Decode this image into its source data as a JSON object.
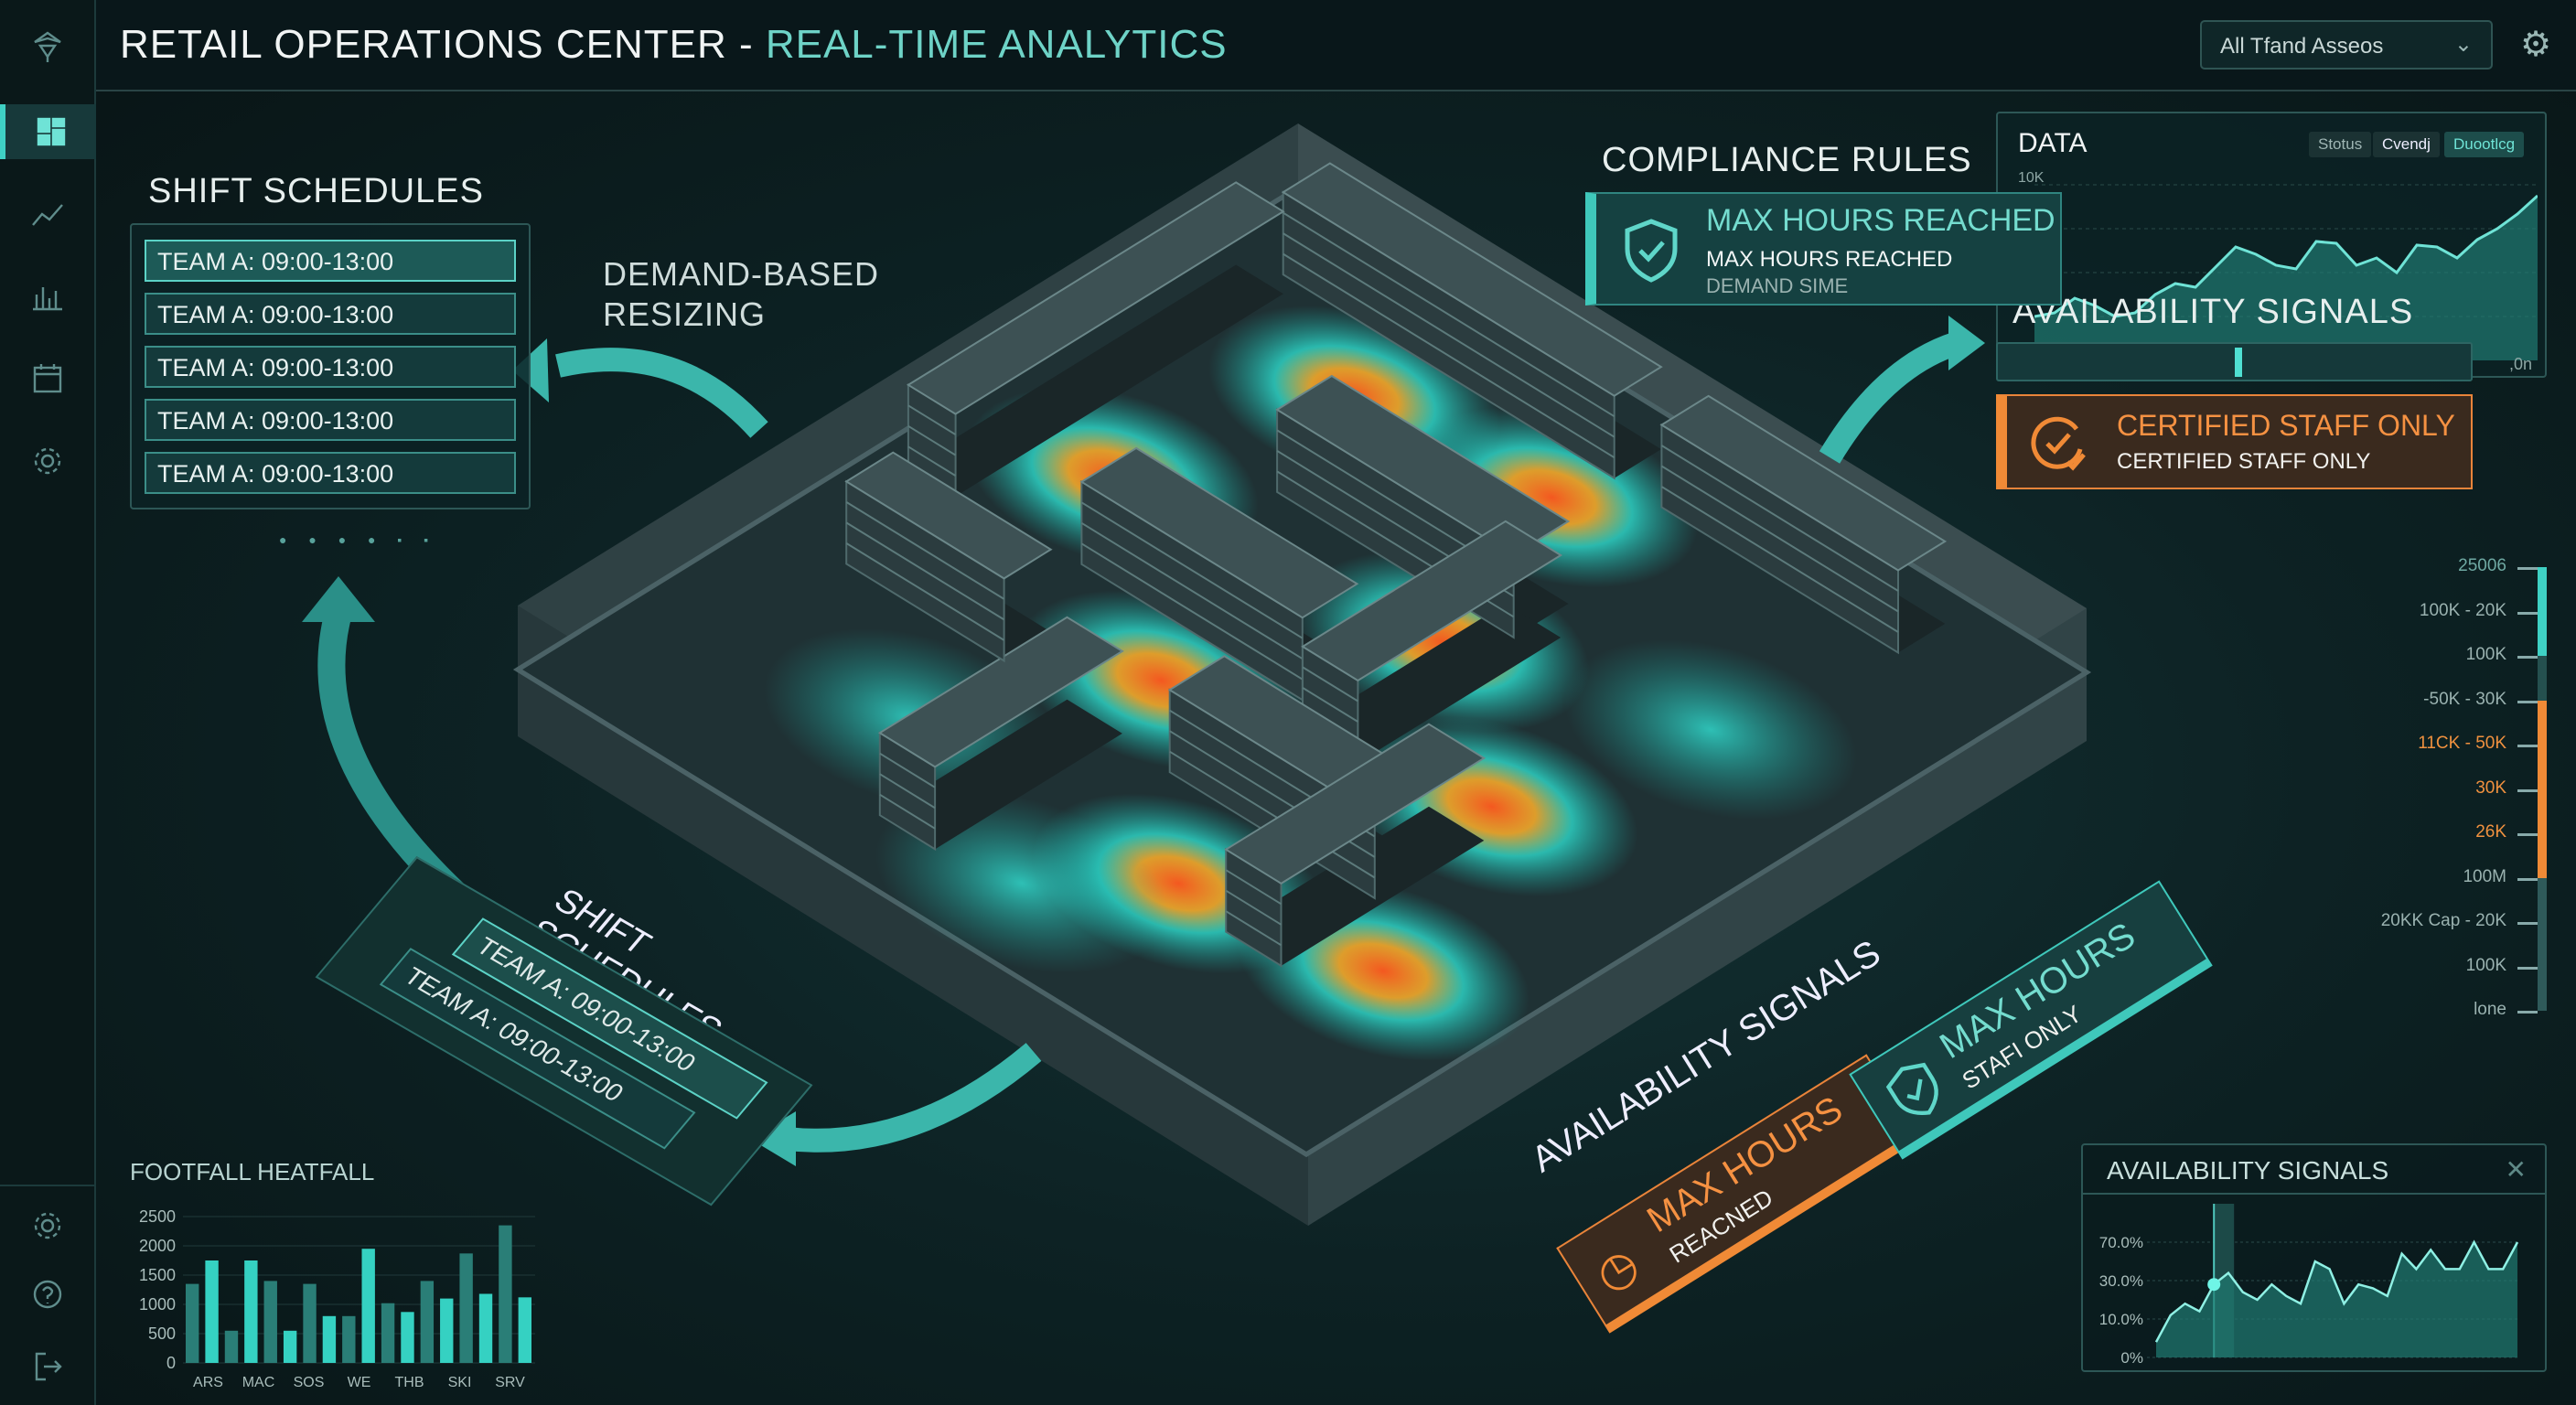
{
  "header": {
    "title_main": "RETAIL OPERATIONS CENTER - ",
    "title_accent": "REAL-TIME ANALYTICS",
    "filter_select": "All Tfand Asseos"
  },
  "sidebar": {
    "items": [
      "dashboard",
      "trends",
      "bar-chart",
      "calendar",
      "settings"
    ],
    "bottom": [
      "settings",
      "help",
      "logout"
    ]
  },
  "shift_schedules": {
    "title": "SHIFT SCHEDULES",
    "rows": [
      "TEAM A: 09:00-13:00",
      "TEAM A: 09:00-13:00",
      "TEAM A: 09:00-13:00",
      "TEAM A: 09:00-13:00",
      "TEAM A: 09:00-13:00"
    ],
    "pager": "● ● ● ● ▪ ▪"
  },
  "demand_label": {
    "line1": "DEMAND-BASED",
    "line2": "RESIZING"
  },
  "compliance": {
    "title": "COMPLIANCE RULES",
    "headline": "MAX HOURS REACHED",
    "sub": "MAX HOURS REACHED",
    "meta": "DEMAND SIME"
  },
  "data_panel": {
    "title": "DATA",
    "tabs": [
      "Stotus",
      "Cvendj",
      "Duootlcg"
    ],
    "y_tick": "10K",
    "values": [
      2.4,
      2.6,
      3.4,
      3.0,
      2.4,
      2.6,
      3.6,
      4.2,
      4.0,
      5.1,
      6.2,
      5.8,
      5.2,
      5.0,
      6.5,
      6.4,
      5.2,
      5.6,
      4.8,
      6.3,
      6.2,
      5.6,
      6.6,
      7.2,
      8.0,
      9.0
    ]
  },
  "availability_top": {
    "title": "AVAILABILITY SIGNALS",
    "slider_value": 0.5,
    "end_label": ",0n"
  },
  "certified": {
    "headline": "CERTIFIED STAFF ONLY",
    "sub": "CERTIFIED STAFF ONLY"
  },
  "right_scale": {
    "labels": [
      "25006",
      "100K - 20K",
      "100K",
      "-50K - 30K",
      "11CK - 50K",
      "30K",
      "26K",
      "100M",
      "20KK Cap - 20K",
      "100K",
      "lone"
    ],
    "highlight": [
      4,
      5,
      6
    ]
  },
  "iso_cards": {
    "shift_title": "SHIFT SCHEDULES",
    "shift_rows": [
      "TEAM A: 09:00-13:00",
      "TEAM A: 09:00-13:00"
    ],
    "avail_title": "AVAILABILITY SIGNALS",
    "orange_head": "MAX HOURS",
    "orange_sub": "REACNED",
    "teal_head": "MAX HOURS",
    "teal_sub": "STAFI ONLY"
  },
  "chart_data": [
    {
      "type": "bar",
      "title": "FOOTFALL HEATFALL",
      "categories": [
        "ARS",
        "MAC",
        "SOS",
        "WE",
        "THB",
        "SKI",
        "SRV"
      ],
      "values": [
        1350,
        1750,
        550,
        1750,
        1400,
        550,
        1350,
        800,
        800,
        1950,
        1020,
        870,
        1400,
        1100,
        1870,
        1180,
        2350,
        1120
      ],
      "yticks": [
        "2500",
        "2000",
        "1500",
        "1000",
        "500",
        "0"
      ],
      "ylim": [
        0,
        2500
      ]
    },
    {
      "type": "area",
      "title": "AVAILABILITY SIGNALS",
      "yticks": [
        "70.0%",
        "30.0%",
        "10.0%",
        "0%"
      ],
      "values": [
        0.4,
        1.1,
        1.4,
        1.2,
        1.9,
        2.2,
        1.7,
        1.5,
        1.9,
        1.6,
        1.4,
        2.5,
        2.3,
        1.4,
        1.9,
        1.8,
        1.6,
        2.7,
        2.3,
        2.8,
        2.3,
        2.3,
        3.0,
        2.3,
        2.3,
        3.0
      ],
      "marker_index": 4
    }
  ]
}
